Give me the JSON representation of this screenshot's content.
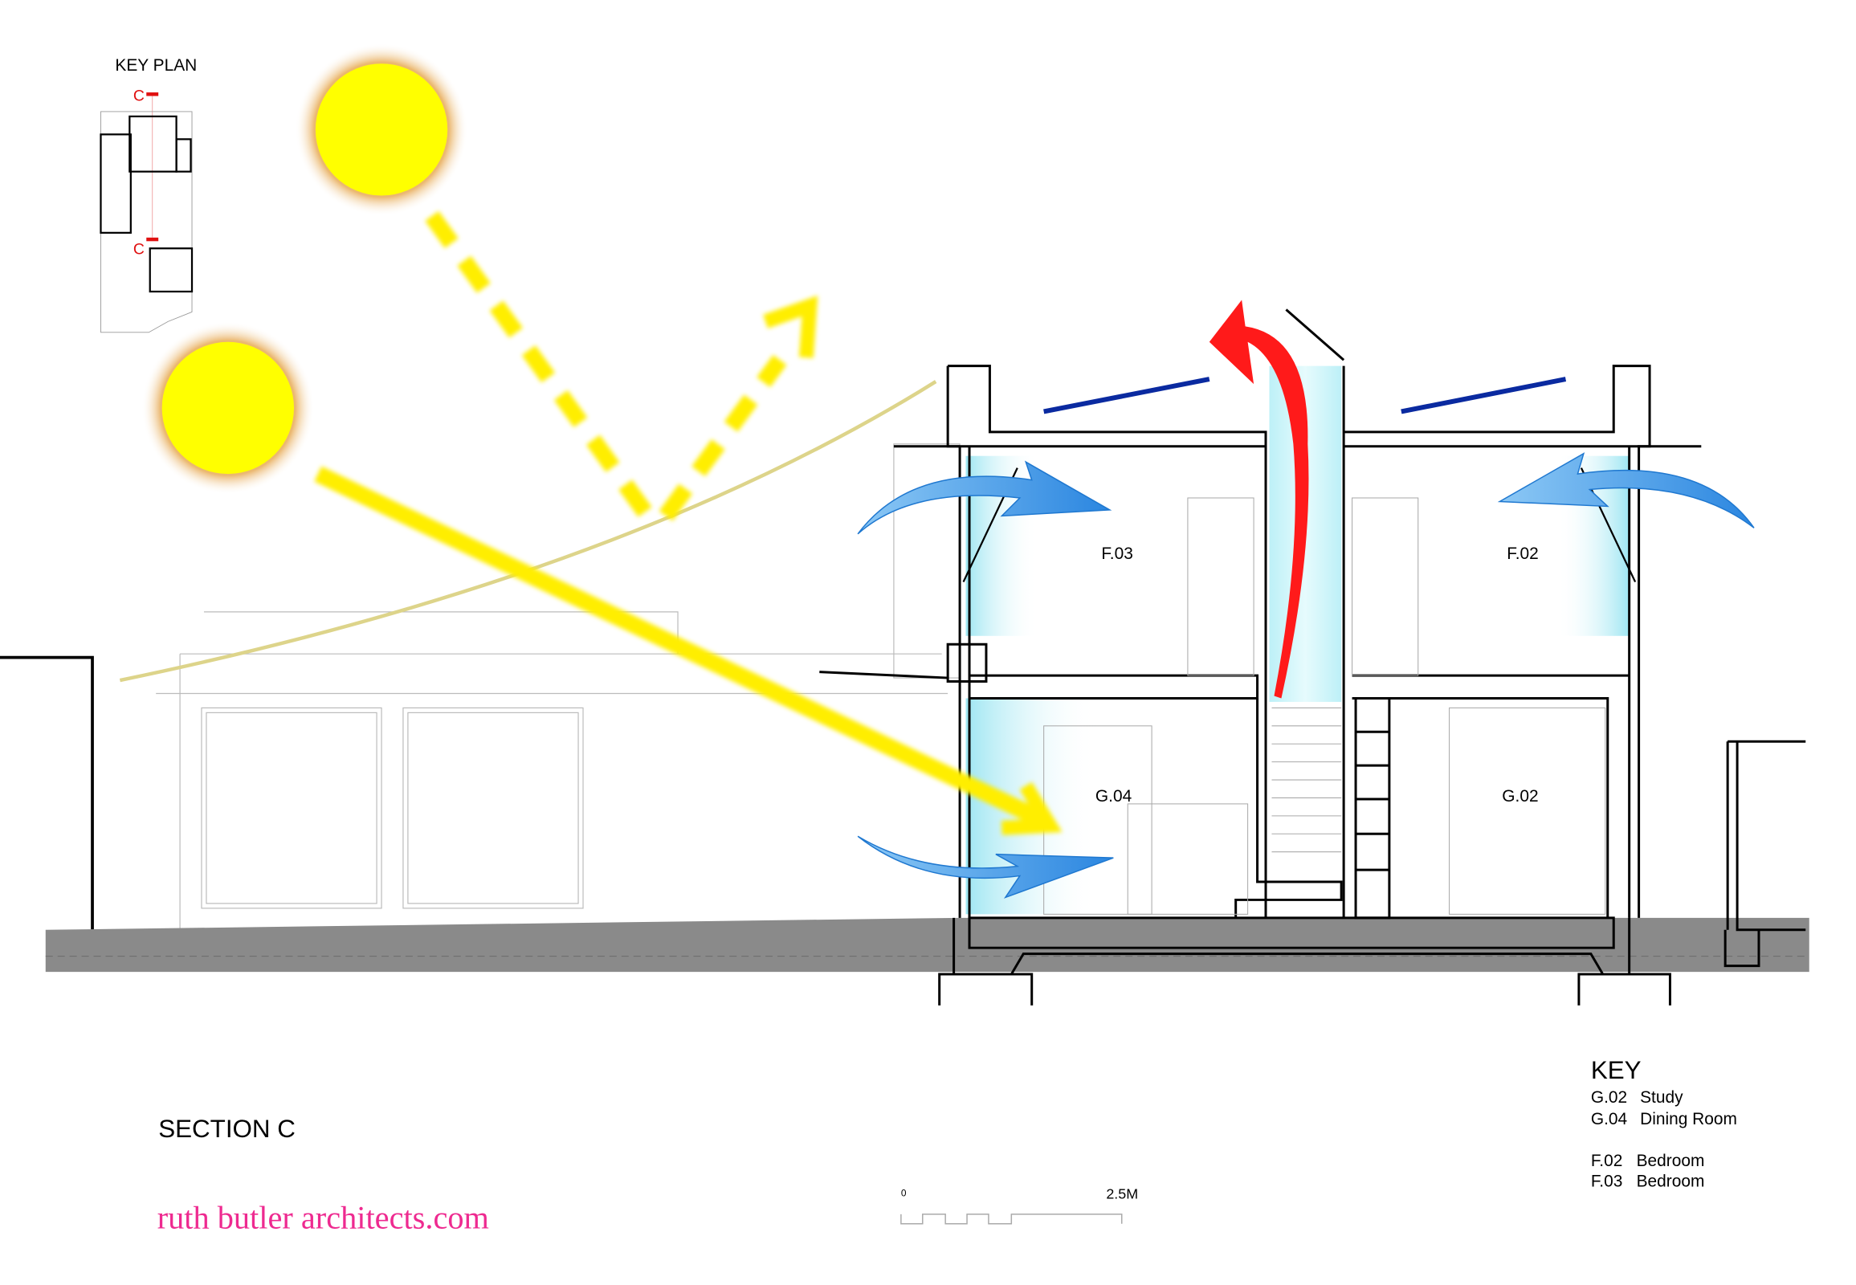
{
  "key_plan": {
    "title": "KEY PLAN",
    "section_marker": "C"
  },
  "section_title": "SECTION C",
  "website": "ruth butler architects.com",
  "rooms": {
    "f03": "F.03",
    "f02": "F.02",
    "g04": "G.04",
    "g02": "G.02"
  },
  "scale_bar": {
    "start": "0",
    "end": "2.5M"
  },
  "key": {
    "title": "KEY",
    "items": [
      {
        "code": "G.02",
        "name": "Study"
      },
      {
        "code": "G.04",
        "name": "Dining Room"
      },
      {
        "code": "F.02",
        "name": "Bedroom"
      },
      {
        "code": "F.03",
        "name": "Bedroom"
      }
    ]
  },
  "colors": {
    "sun": "#ffff00",
    "airflow": "#3d9be9",
    "stack": "#ff1a1a",
    "brand": "#ee2a90",
    "glass": "#0a2aa0"
  }
}
